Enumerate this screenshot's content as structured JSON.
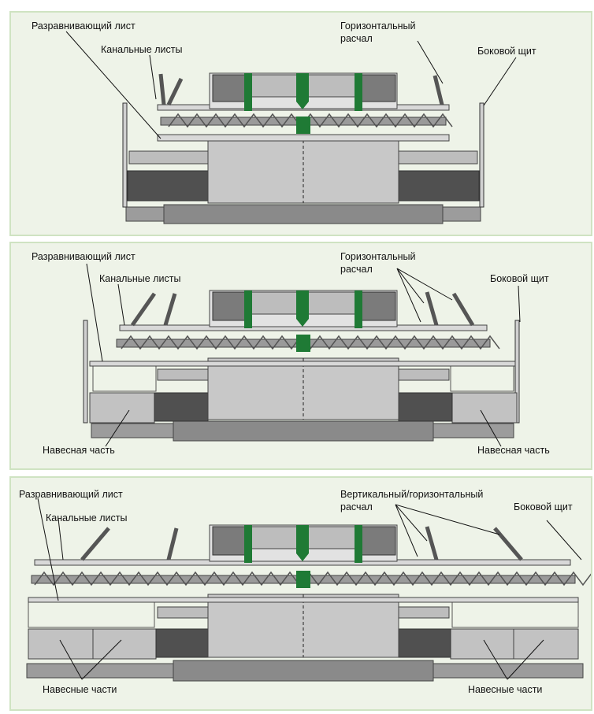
{
  "colors": {
    "background": "#eef3e8",
    "border": "#cfe3c2",
    "green": "#1f7a35",
    "steel": "#c8c8c8",
    "dark": "#555555",
    "line": "#111111"
  },
  "panels": [
    {
      "labels": {
        "leveling_sheet": "Разравнивающий лист",
        "channel_sheets": "Канальные листы",
        "horizontal_spread_1": "Горизонтальный",
        "horizontal_spread_2": "расчал",
        "side_shield": "Боковой щит"
      }
    },
    {
      "labels": {
        "leveling_sheet": "Разравнивающий лист",
        "channel_sheets": "Канальные листы",
        "horizontal_spread_1": "Горизонтальный",
        "horizontal_spread_2": "расчал",
        "side_shield": "Боковой щит",
        "mount_left": "Навесная часть",
        "mount_right": "Навесная часть"
      }
    },
    {
      "labels": {
        "leveling_sheet": "Разравнивающий лист",
        "channel_sheets": "Канальные листы",
        "vh_spread_1": "Вертикальный/горизонтальный",
        "vh_spread_2": "расчал",
        "side_shield": "Боковой щит",
        "mounts_left": "Навесные части",
        "mounts_right": "Навесные части"
      }
    }
  ]
}
